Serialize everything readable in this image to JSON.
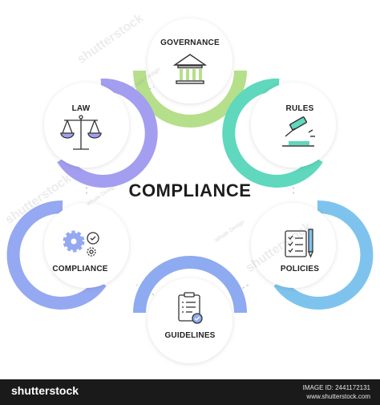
{
  "title": "COMPLIANCE",
  "nodes": [
    {
      "key": "governance",
      "label": "GOVERNANCE",
      "icon": "bank-icon",
      "color": "#b5df8a"
    },
    {
      "key": "rules",
      "label": "RULES",
      "icon": "gavel-icon",
      "color": "#5fd8bd"
    },
    {
      "key": "policies",
      "label": "POLICIES",
      "icon": "checklist-pencil-icon",
      "color": "#7ec3ee"
    },
    {
      "key": "guidelines",
      "label": "GUIDELINES",
      "icon": "clipboard-check-icon",
      "color": "#8eaaf0"
    },
    {
      "key": "compliance",
      "label": "COMPLIANCE",
      "icon": "gears-check-icon",
      "color": "#95a8f2"
    },
    {
      "key": "law",
      "label": "LAW",
      "icon": "scales-icon",
      "color": "#a39ef0"
    }
  ],
  "watermark": {
    "brand": "shutterstock",
    "credit": "Whale Design"
  },
  "footer": {
    "brand": "shutterstock",
    "image_id": "IMAGE ID: 2441172131",
    "site": "www.shutterstock.com"
  }
}
